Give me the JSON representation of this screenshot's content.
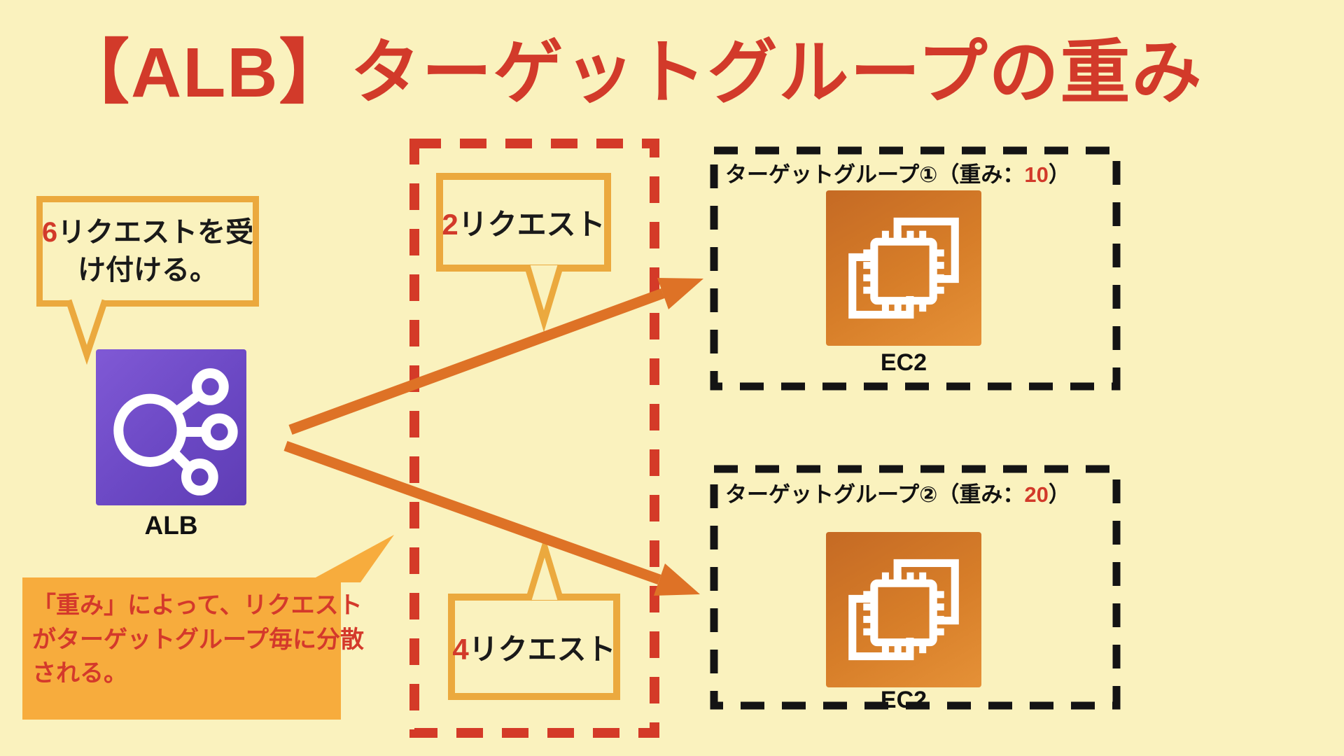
{
  "title": "【ALB】ターゲットグループの重み",
  "alb": {
    "icon": "load-balancer-icon",
    "label": "ALB",
    "receive_callout": {
      "number": "6",
      "line1_rest": "リクエストを受",
      "line2": "け付ける。"
    }
  },
  "request_split": {
    "req2": {
      "number": "2",
      "text": "リクエスト"
    },
    "req4": {
      "number": "4",
      "text": "リクエスト"
    }
  },
  "target_groups": [
    {
      "label_prefix": "ターゲットグループ①（重み：",
      "weight": "10",
      "label_suffix": "）",
      "icon": "ec2-chip-icon",
      "ec2_label": "EC2"
    },
    {
      "label_prefix": "ターゲットグループ②（重み：",
      "weight": "20",
      "label_suffix": "）",
      "icon": "ec2-chip-icon",
      "ec2_label": "EC2"
    }
  ],
  "note": {
    "lines": {
      "0": "「重み」によって、リクエスト",
      "1": "がターゲットグループ毎に分散",
      "2": "される。"
    }
  },
  "colors": {
    "background": "#FAF2BE",
    "title_red": "#D23A2A",
    "bubble_border_orange": "#EBA93E",
    "arrow_orange": "#DE7226",
    "note_fill_orange": "#F7AC3D",
    "note_text_red": "#D4392B",
    "dashed_red": "#D43A28",
    "dashed_black": "#141414",
    "alb_purple_gradient": [
      "#8059D5",
      "#5F3DB5"
    ],
    "ec2_orange_gradient": [
      "#C56A24",
      "#E59137"
    ]
  }
}
